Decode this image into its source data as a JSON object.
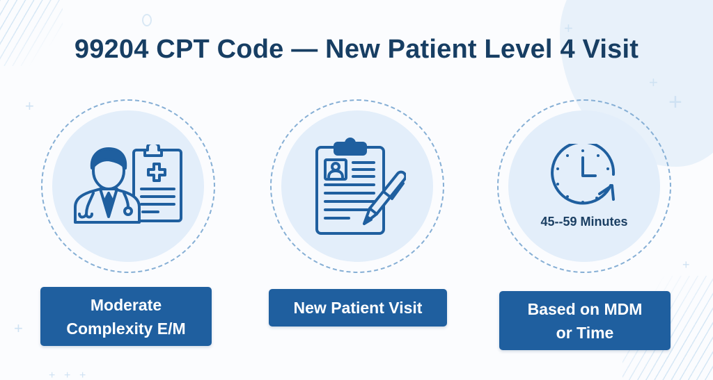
{
  "title": "99204 CPT Code — New Patient Level 4 Visit",
  "colors": {
    "title": "#173e63",
    "accent": "#1f5f9f",
    "circle_fill": "#e3eefa",
    "dashed_ring": "#86afd5",
    "icon_stroke": "#1f5f9f",
    "background": "#fbfcfe"
  },
  "cards": [
    {
      "icon": "doctor-with-clipboard-icon",
      "label_line1": "Moderate",
      "label_line2": "Complexity E/M"
    },
    {
      "icon": "clipboard-with-pen-icon",
      "label_line1": "New Patient Visit"
    },
    {
      "icon": "clock-arrow-icon",
      "circle_text": "45--59 Minutes",
      "label_line1": "Based on MDM",
      "label_line2": "or Time"
    }
  ]
}
